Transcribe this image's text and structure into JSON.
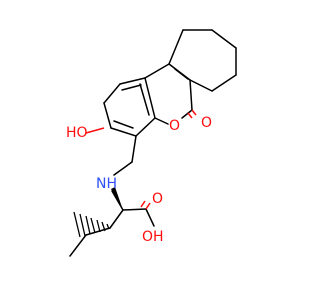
{
  "molecule": {
    "atom_labels": {
      "hydroxyl": "HO",
      "ring_oxygen": "O",
      "carbonyl_oxygen": "O",
      "amine": "NH",
      "acid_carbonyl_oxygen": "O",
      "acid_hydroxyl": "OH"
    },
    "colors": {
      "carbon_bond": "#000000",
      "oxygen": "#ff0d0d",
      "nitrogen": "#3050f8"
    }
  }
}
